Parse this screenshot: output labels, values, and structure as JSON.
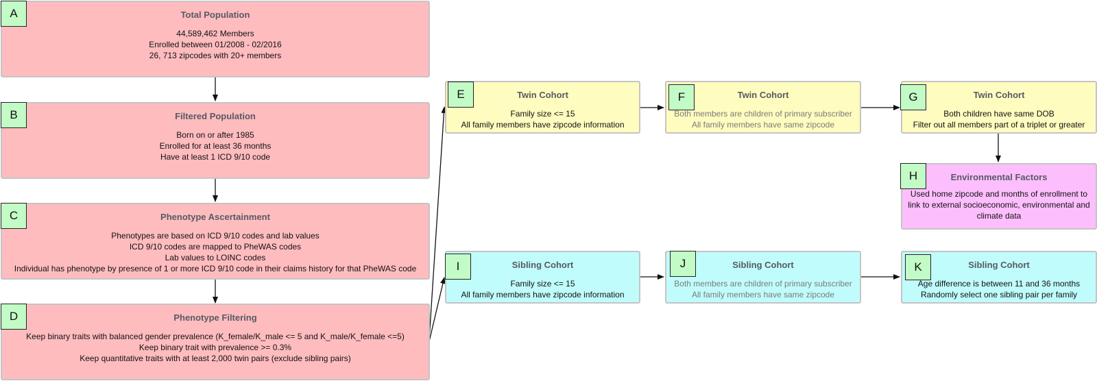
{
  "boxes": {
    "A": {
      "label": "A",
      "title": "Total Population",
      "lines": [
        "44,589,462 Members",
        "Enrolled between 01/2008 - 02/2016",
        "26, 713 zipcodes with 20+ members"
      ]
    },
    "B": {
      "label": "B",
      "title": "Filtered Population",
      "lines": [
        "Born on or after 1985",
        "Enrolled for at least 36 months",
        "Have at least 1 ICD 9/10 code"
      ]
    },
    "C": {
      "label": "C",
      "title": "Phenotype Ascertainment",
      "lines": [
        "Phenotypes are based on ICD 9/10 codes and lab values",
        "ICD 9/10 codes are mapped to PheWAS codes",
        "Lab values to LOINC codes",
        "Individual has phenotype by presence of 1 or more ICD 9/10 code in their claims history for that PheWAS code"
      ]
    },
    "D": {
      "label": "D",
      "title": "Phenotype Filtering",
      "lines": [
        "Keep binary traits with balanced gender prevalence (K_female/K_male <= 5 and K_male/K_female <=5)",
        "Keep binary trait with prevalence >= 0.3%",
        "Keep quantitative traits with at least 2,000 twin pairs (exclude sibling pairs)"
      ]
    },
    "E": {
      "label": "E",
      "title": "Twin Cohort",
      "lines": [
        "Family size <= 15",
        "All family members have zipcode information"
      ]
    },
    "F": {
      "label": "F",
      "title": "Twin Cohort",
      "lines": [
        "Both members are children of primary subscriber",
        "All family members have same zipcode"
      ]
    },
    "G": {
      "label": "G",
      "title": "Twin Cohort",
      "lines": [
        "Both children have same DOB",
        "Filter out all members part of a triplet or greater"
      ]
    },
    "H": {
      "label": "H",
      "title": "Environmental Factors",
      "lines": [
        "Used home zipcode and months of enrollment to link to external socioeconomic, environmental and climate data"
      ]
    },
    "I": {
      "label": "I",
      "title": "Sibling Cohort",
      "lines": [
        "Family size <= 15",
        "All family members have zipcode information"
      ]
    },
    "J": {
      "label": "J",
      "title": "Sibling Cohort",
      "lines": [
        "Both members are children of primary subscriber",
        "All family members have same zipcode"
      ]
    },
    "K": {
      "label": "K",
      "title": "Sibling Cohort",
      "lines": [
        "Age difference is between 11 and 36 months",
        "Randomly select one sibling pair per family"
      ]
    }
  },
  "colors": {
    "population": "#ffbcbf",
    "twin": "#fffcbf",
    "sibling": "#c0fcfc",
    "environment": "#fdbefd",
    "badge": "#c3fbc7"
  }
}
